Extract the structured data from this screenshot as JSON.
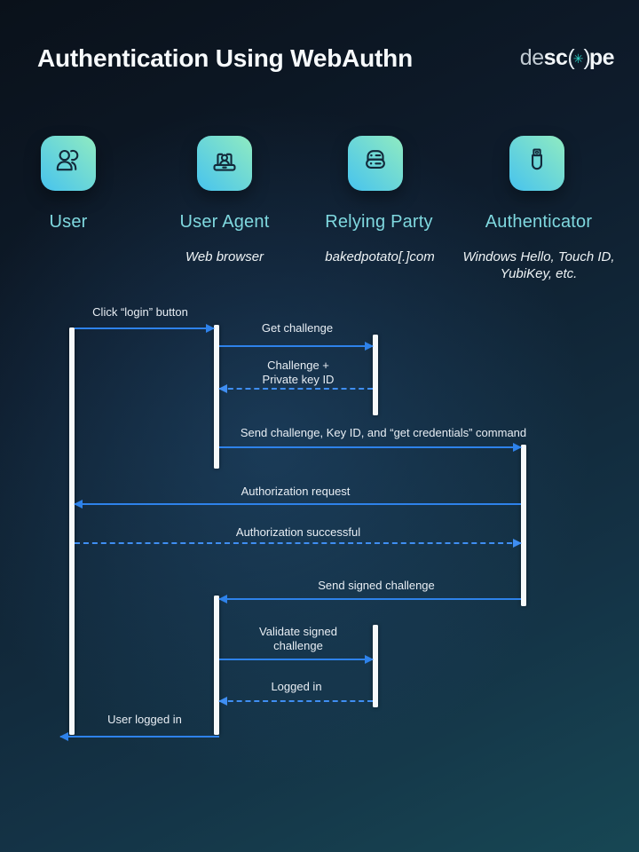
{
  "header": {
    "title": "Authentication Using WebAuthn",
    "logo": {
      "de": "de",
      "sc": "sc",
      "open": "(",
      "star": "✳",
      "close": ")",
      "pe": "pe"
    }
  },
  "actors": [
    {
      "label": "User",
      "subtitle": "",
      "icon": "users-icon"
    },
    {
      "label": "User Agent",
      "subtitle": "Web browser",
      "icon": "laptop-user-icon"
    },
    {
      "label": "Relying Party",
      "subtitle": "bakedpotato[.]com",
      "icon": "server-icon"
    },
    {
      "label": "Authenticator",
      "subtitle": "Windows Hello, Touch ID, YubiKey, etc.",
      "icon": "usb-key-icon"
    }
  ],
  "sequence": {
    "messages": [
      {
        "label": "Click “login” button",
        "from": "User",
        "to": "User Agent",
        "style": "solid"
      },
      {
        "label": "Get challenge",
        "from": "User Agent",
        "to": "Relying Party",
        "style": "solid"
      },
      {
        "label": "Challenge +\nPrivate key ID",
        "from": "Relying Party",
        "to": "User Agent",
        "style": "dashed"
      },
      {
        "label": "Send challenge, Key ID, and “get credentials” command",
        "from": "User Agent",
        "to": "Authenticator",
        "style": "solid"
      },
      {
        "label": "Authorization request",
        "from": "Authenticator",
        "to": "User",
        "style": "solid"
      },
      {
        "label": "Authorization successful",
        "from": "User",
        "to": "Authenticator",
        "style": "dashed"
      },
      {
        "label": "Send signed challenge",
        "from": "Authenticator",
        "to": "User Agent",
        "style": "solid"
      },
      {
        "label": "Validate signed\nchallenge",
        "from": "User Agent",
        "to": "Relying Party",
        "style": "solid"
      },
      {
        "label": "Logged in",
        "from": "Relying Party",
        "to": "User Agent",
        "style": "dashed"
      },
      {
        "label": "User logged in",
        "from": "User Agent",
        "to": "User",
        "style": "solid"
      }
    ]
  },
  "colors": {
    "arrow_solid": "#2e82ea",
    "arrow_dashed": "#3f8ef2",
    "actor_label": "#7fd8df",
    "tile_gradient_start": "#47c3ee",
    "tile_gradient_end": "#90ebc1",
    "lifeline": "#f6f9fa",
    "logo_accent": "#2ed3c5"
  }
}
